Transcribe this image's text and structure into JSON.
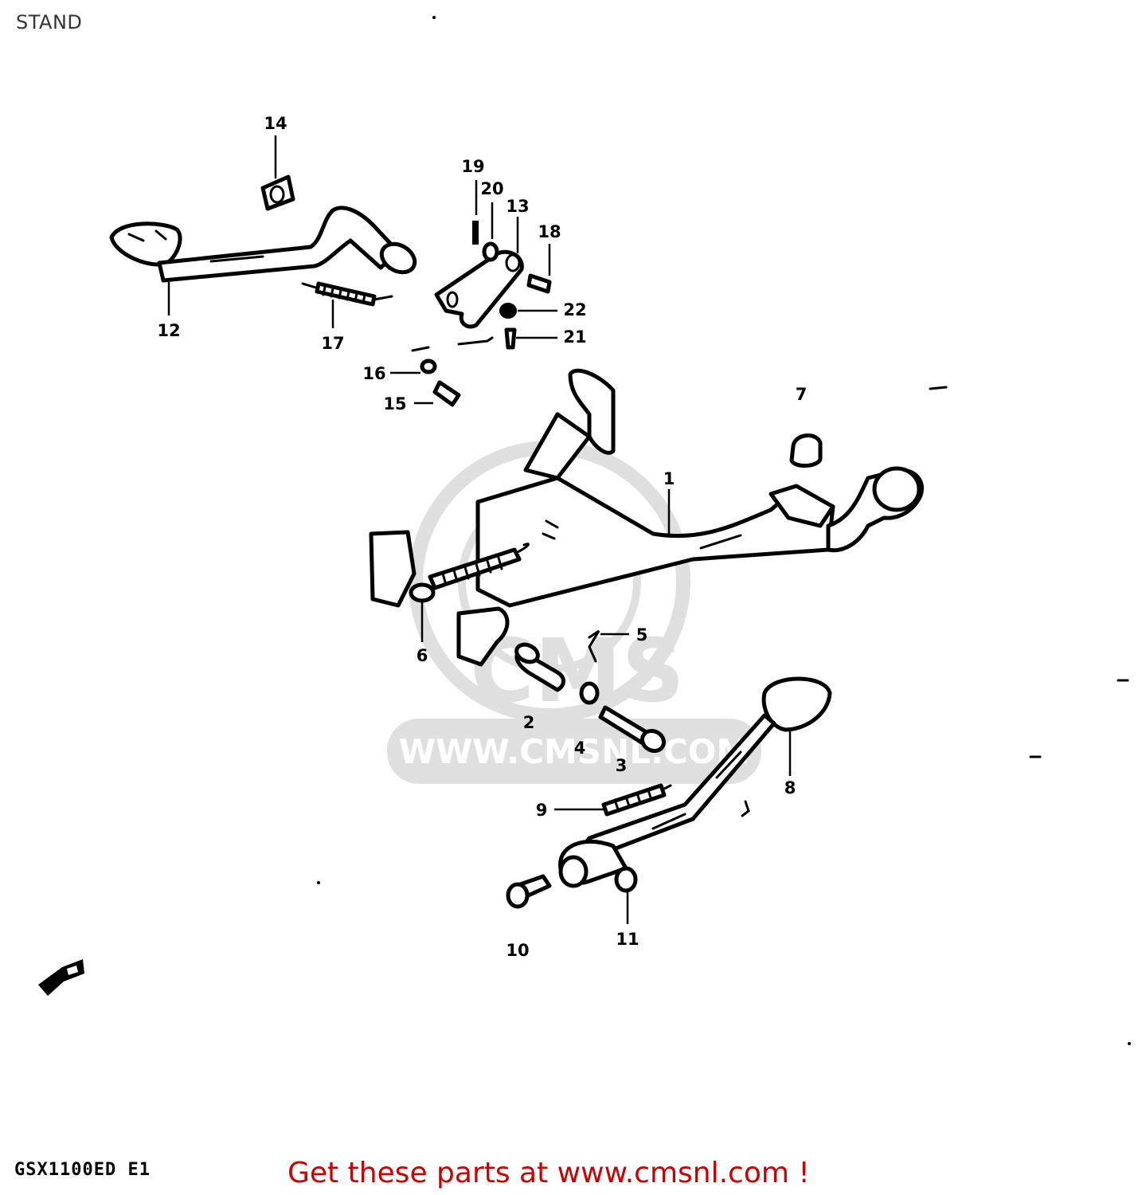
{
  "header": {
    "title": "STAND"
  },
  "watermark": {
    "brand": "CMS",
    "url": "WWW.CMSNL.COM"
  },
  "callouts": [
    "1",
    "2",
    "3",
    "4",
    "5",
    "6",
    "7",
    "8",
    "9",
    "10",
    "11",
    "12",
    "13",
    "14",
    "15",
    "16",
    "17",
    "18",
    "19",
    "20",
    "21",
    "22"
  ],
  "footer": {
    "model_code": "GSX1100ED E1",
    "cta_text": "Get these parts at www.cmsnl.com !",
    "cta_color": "#cc0000"
  },
  "icons": {
    "direction": "front-arrow-icon"
  }
}
